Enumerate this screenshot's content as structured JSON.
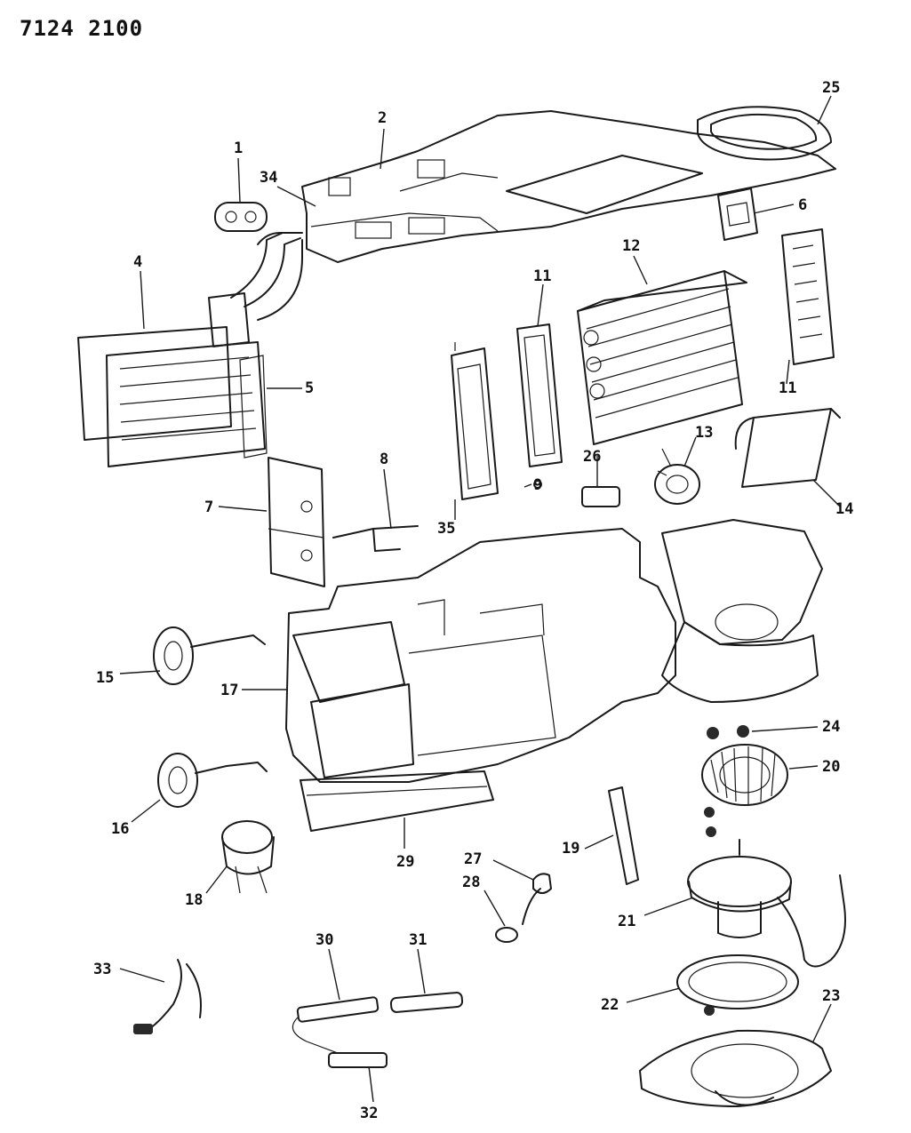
{
  "diagram": {
    "reference_code": "7124 2100",
    "callouts": [
      {
        "id": "1",
        "label": "1"
      },
      {
        "id": "2",
        "label": "2"
      },
      {
        "id": "4",
        "label": "4"
      },
      {
        "id": "5",
        "label": "5"
      },
      {
        "id": "6",
        "label": "6"
      },
      {
        "id": "7",
        "label": "7"
      },
      {
        "id": "8",
        "label": "8"
      },
      {
        "id": "9",
        "label": "9"
      },
      {
        "id": "11a",
        "label": "11"
      },
      {
        "id": "11b",
        "label": "11"
      },
      {
        "id": "12",
        "label": "12"
      },
      {
        "id": "13",
        "label": "13"
      },
      {
        "id": "14",
        "label": "14"
      },
      {
        "id": "15",
        "label": "15"
      },
      {
        "id": "16",
        "label": "16"
      },
      {
        "id": "17",
        "label": "17"
      },
      {
        "id": "18",
        "label": "18"
      },
      {
        "id": "19",
        "label": "19"
      },
      {
        "id": "20",
        "label": "20"
      },
      {
        "id": "21",
        "label": "21"
      },
      {
        "id": "22",
        "label": "22"
      },
      {
        "id": "23",
        "label": "23"
      },
      {
        "id": "24",
        "label": "24"
      },
      {
        "id": "25",
        "label": "25"
      },
      {
        "id": "26",
        "label": "26"
      },
      {
        "id": "27",
        "label": "27"
      },
      {
        "id": "28",
        "label": "28"
      },
      {
        "id": "29",
        "label": "29"
      },
      {
        "id": "30",
        "label": "30"
      },
      {
        "id": "31",
        "label": "31"
      },
      {
        "id": "32",
        "label": "32"
      },
      {
        "id": "33",
        "label": "33"
      },
      {
        "id": "34",
        "label": "34"
      },
      {
        "id": "35",
        "label": "35"
      }
    ]
  }
}
